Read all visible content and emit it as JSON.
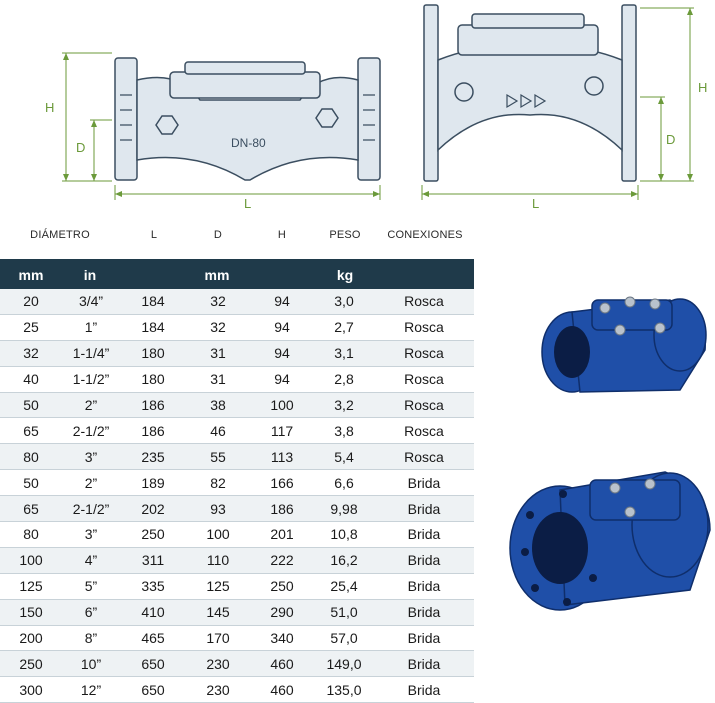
{
  "drawing": {
    "left_view": {
      "h_label": "H",
      "d_label": "D",
      "l_label": "L",
      "casting_mark": "DN-80"
    },
    "right_view": {
      "h_label": "H",
      "d_label": "D",
      "l_label": "L"
    },
    "colors": {
      "dimension": "#6b9a3a",
      "outline": "#3b4e60",
      "fill": "#dfe7ee"
    }
  },
  "table": {
    "headers": [
      "DIÁMETRO",
      "L",
      "D",
      "H",
      "PESO",
      "CONEXIONES"
    ],
    "units": {
      "mm": "mm",
      "in": "in",
      "mm2": "mm",
      "kg": "kg"
    },
    "rows": [
      [
        "20",
        "3/4”",
        "184",
        "32",
        "94",
        "3,0",
        "Rosca"
      ],
      [
        "25",
        "1”",
        "184",
        "32",
        "94",
        "2,7",
        "Rosca"
      ],
      [
        "32",
        "1-1/4”",
        "180",
        "31",
        "94",
        "3,1",
        "Rosca"
      ],
      [
        "40",
        "1-1/2”",
        "180",
        "31",
        "94",
        "2,8",
        "Rosca"
      ],
      [
        "50",
        "2”",
        "186",
        "38",
        "100",
        "3,2",
        "Rosca"
      ],
      [
        "65",
        "2-1/2”",
        "186",
        "46",
        "117",
        "3,8",
        "Rosca"
      ],
      [
        "80",
        "3”",
        "235",
        "55",
        "113",
        "5,4",
        "Rosca"
      ],
      [
        "50",
        "2”",
        "189",
        "82",
        "166",
        "6,6",
        "Brida"
      ],
      [
        "65",
        "2-1/2”",
        "202",
        "93",
        "186",
        "9,98",
        "Brida"
      ],
      [
        "80",
        "3”",
        "250",
        "100",
        "201",
        "10,8",
        "Brida"
      ],
      [
        "100",
        "4”",
        "311",
        "110",
        "222",
        "16,2",
        "Brida"
      ],
      [
        "125",
        "5”",
        "335",
        "125",
        "250",
        "25,4",
        "Brida"
      ],
      [
        "150",
        "6”",
        "410",
        "145",
        "290",
        "51,0",
        "Brida"
      ],
      [
        "200",
        "8”",
        "465",
        "170",
        "340",
        "57,0",
        "Brida"
      ],
      [
        "250",
        "10”",
        "650",
        "230",
        "460",
        "149,0",
        "Brida"
      ],
      [
        "300",
        "12”",
        "650",
        "230",
        "460",
        "135,0",
        "Brida"
      ]
    ],
    "colors": {
      "unit_bar": "#1f3a4a",
      "row_alt": "#eef2f4"
    }
  },
  "photos": {
    "color": "#1f4fa8"
  }
}
